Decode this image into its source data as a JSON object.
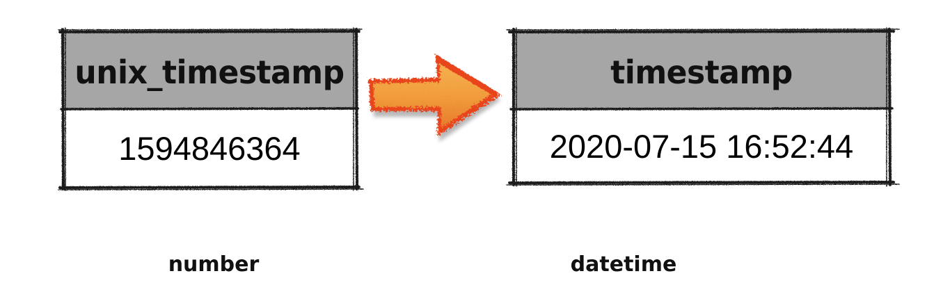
{
  "left_table": {
    "header": "unix_timestamp",
    "value": "1594846364",
    "type": "number"
  },
  "right_table": {
    "header": "timestamp",
    "value": "2020-07-15 16:52:44",
    "type": "datetime"
  },
  "arrow": {
    "icon": "right-arrow-icon",
    "colors": {
      "fill": "#f09a3a",
      "edge": "#e8441c"
    }
  },
  "colors": {
    "header_fill": "#a6a6a6",
    "cell_fill": "#ffffff",
    "border": "#1a1a1a"
  }
}
